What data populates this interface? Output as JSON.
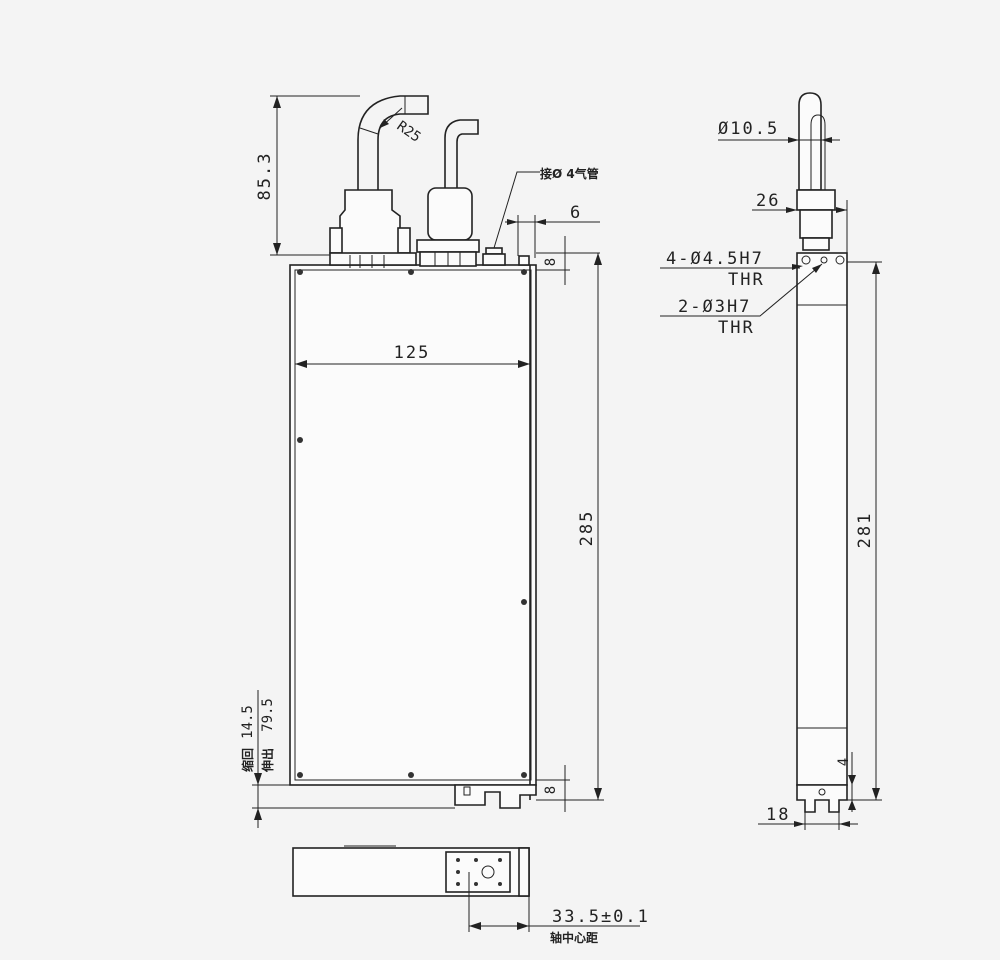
{
  "front_view": {
    "dim_height_top": "85.3",
    "dim_radius": "R25",
    "air_tube_note": "接Ø 4气管",
    "dim_offset": "6",
    "dim_margin_top": "8",
    "dim_width": "125",
    "dim_length": "285",
    "dim_margin_bottom": "8",
    "stroke_retract_label": "缩回",
    "stroke_retract_value": "14.5",
    "stroke_extend_label": "伸出",
    "stroke_extend_value": "79.5"
  },
  "bottom_view": {
    "dim_center": "33.5±0.1",
    "center_label": "轴中心距"
  },
  "side_view": {
    "dim_diameter": "Ø10.5",
    "dim_width": "26",
    "hole_spec_1": "4-Ø4.5H7",
    "hole_spec_1_thr": "THR",
    "hole_spec_2": "2-Ø3H7",
    "hole_spec_2_thr": "THR",
    "dim_length": "281",
    "dim_offset": "4",
    "dim_base": "18"
  }
}
